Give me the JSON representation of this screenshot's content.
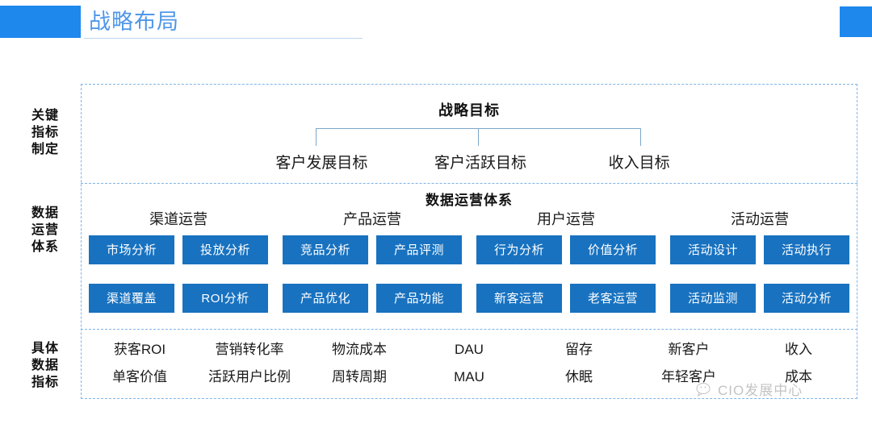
{
  "header": {
    "title": "战略布局",
    "accent_color": "#1e88ed"
  },
  "rows": [
    {
      "label_lines": [
        "关键",
        "指标",
        "制定"
      ]
    },
    {
      "label_lines": [
        "数据",
        "运营",
        "体系"
      ]
    },
    {
      "label_lines": [
        "具体",
        "数据",
        "指标"
      ]
    }
  ],
  "section_goals": {
    "title": "战略目标",
    "items": [
      "客户发展目标",
      "客户活跃目标",
      "收入目标"
    ]
  },
  "section_operations": {
    "title": "数据运营体系",
    "accent_color": "#1872c0",
    "columns": [
      {
        "title": "渠道运营",
        "row1": [
          "市场分析",
          "投放分析"
        ],
        "row2": [
          "渠道覆盖",
          "ROI分析"
        ]
      },
      {
        "title": "产品运营",
        "row1": [
          "竞品分析",
          "产品评测"
        ],
        "row2": [
          "产品优化",
          "产品功能"
        ]
      },
      {
        "title": "用户运营",
        "row1": [
          "行为分析",
          "价值分析"
        ],
        "row2": [
          "新客运营",
          "老客运营"
        ]
      },
      {
        "title": "活动运营",
        "row1": [
          "活动设计",
          "活动执行"
        ],
        "row2": [
          "活动监测",
          "活动分析"
        ]
      }
    ]
  },
  "section_metrics": {
    "columns": [
      {
        "items": [
          "获客ROI",
          "单客价值"
        ]
      },
      {
        "items": [
          "营销转化率",
          "活跃用户比例"
        ]
      },
      {
        "items": [
          "物流成本",
          "周转周期"
        ]
      },
      {
        "items": [
          "DAU",
          "MAU"
        ]
      },
      {
        "items": [
          "留存",
          "休眠"
        ]
      },
      {
        "items": [
          "新客户",
          "年轻客户"
        ]
      },
      {
        "items": [
          "收入",
          "成本"
        ]
      }
    ]
  },
  "watermark": {
    "text": "CIO发展中心"
  }
}
